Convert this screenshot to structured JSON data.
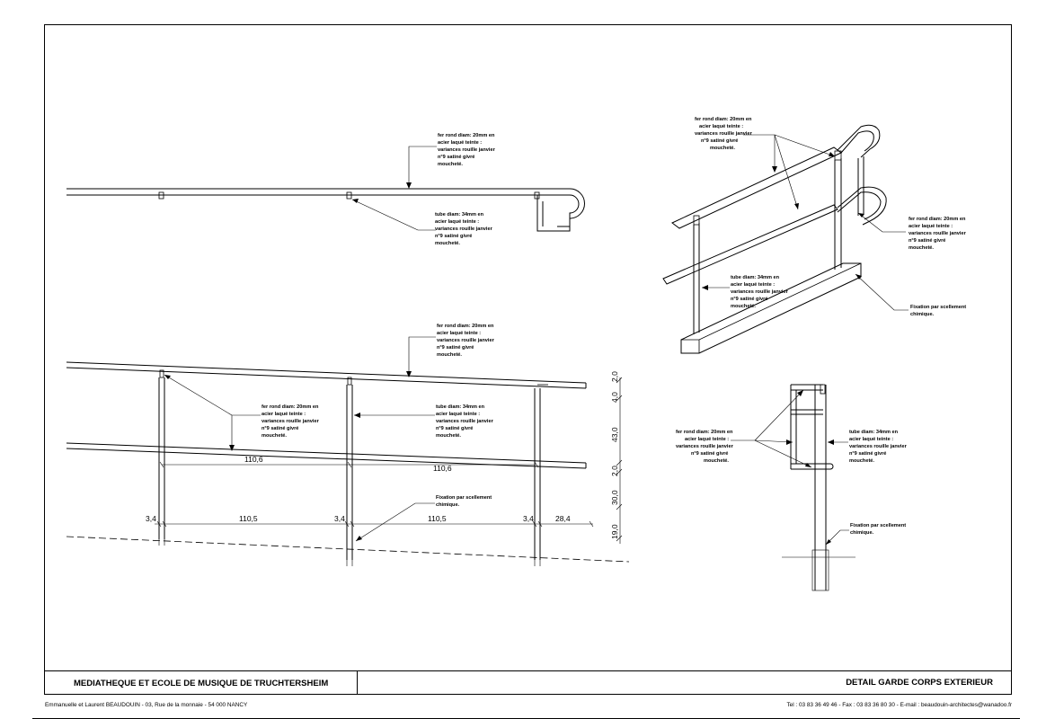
{
  "title_block": {
    "project": "MEDIATHEQUE ET ECOLE DE MUSIQUE DE TRUCHTERSHEIM",
    "sheet_title": "DETAIL GARDE CORPS EXTERIEUR"
  },
  "footer": {
    "architects": "Emmanuelle et Laurent BEAUDOUIN - 03, Rue de la monnaie - 54 000  NANCY",
    "contact": "Tel : 03 83 36 49 46 - Fax : 03 83 36 80 30 - E-mail : beaudouin-architectes@wanadoo.fr"
  },
  "notes": {
    "fer_rond": [
      "fer rond diam: 20mm en",
      "acier laqué teinte :",
      "variances rouille janvier",
      "n°9 satiné givré",
      "moucheté."
    ],
    "tube": [
      "tube diam: 34mm en",
      "acier laqué teinte :",
      "variances rouille janvier",
      "n°9 satiné givré",
      "moucheté."
    ],
    "fixation": [
      "Fixation par scellement",
      "chimique."
    ]
  },
  "dimensions": {
    "horizontal_upper": [
      "110,6",
      "110,6"
    ],
    "horizontal_lower": [
      "3,4",
      "110,5",
      "3,4",
      "110,5",
      "3,4",
      "28,4"
    ],
    "vertical": [
      "2,0",
      "4,0",
      "43,0",
      "2,0",
      "30,0",
      "19,0"
    ]
  }
}
